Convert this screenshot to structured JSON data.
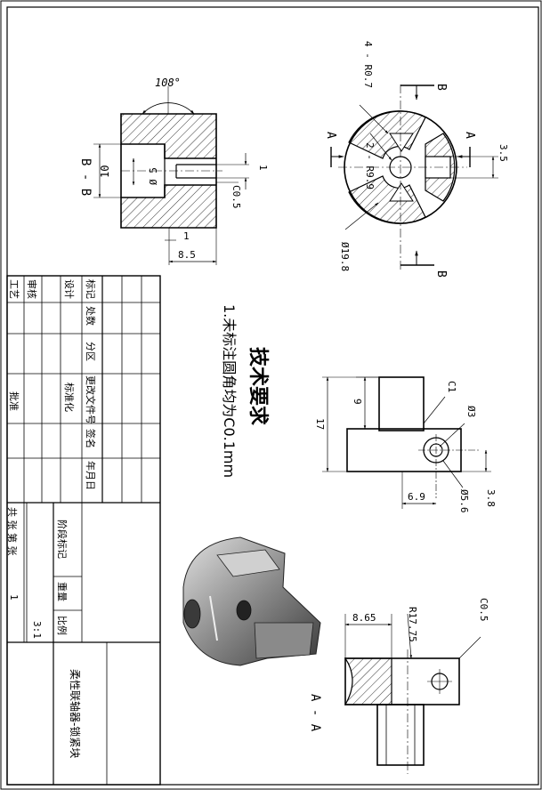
{
  "drawing": {
    "title": "柔性联轴器-锁紧块",
    "scale": "3:1",
    "quantity": "1",
    "sheet_info": "共 张 第 张",
    "section_bb_label": "B - B",
    "section_aa_label": "A - A",
    "section_arrow_a": "A",
    "section_arrow_b": "B"
  },
  "tech_requirements": {
    "heading": "技术要求",
    "note_1": "1.未标注圆角均为C0.1mm"
  },
  "dims_bb": {
    "angle": "108°",
    "height": "10",
    "bore": "Ø 5",
    "slot": "1",
    "chamfer": "C0.5",
    "slot_width": "1",
    "depth": "8.5"
  },
  "dims_top_right": {
    "fillets": "4 - R0.7",
    "radius": "2 - R9.9",
    "offset": "3.5",
    "outer_diameter": "Ø19.8"
  },
  "dims_side": {
    "chamfer": "C1",
    "boss_height": "9",
    "total_height": "17",
    "hole_diameter": "Ø3",
    "counterbore": "Ø5.6",
    "hole_offset_x": "6.9",
    "hole_offset_y": "3.8"
  },
  "dims_aa": {
    "chamfer": "C0.5",
    "width": "8.65",
    "radius": "R17.75"
  },
  "title_block": {
    "headers": [
      "标记",
      "处数",
      "分区",
      "更改文件号",
      "签名",
      "年月日"
    ],
    "roles": [
      "设计",
      "标准化"
    ],
    "approvals": [
      "审核",
      "工艺",
      "批准"
    ],
    "stage_label": "阶段标记",
    "weight_label": "重量",
    "scale_label": "比例"
  },
  "colors": {
    "line": "#000000",
    "paper": "#ffffff",
    "render_dark": "#3a3a3a",
    "render_mid": "#8a8a8a",
    "render_light": "#d0d0d0"
  }
}
